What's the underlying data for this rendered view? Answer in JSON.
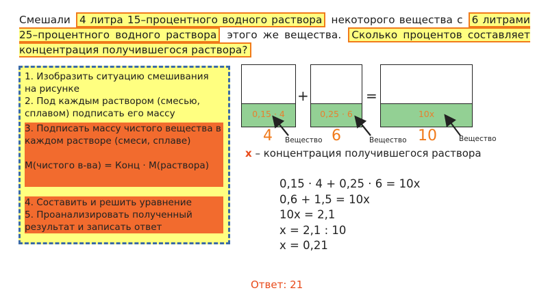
{
  "problem": {
    "p1": "Смешали ",
    "h1": "4 литра 15–процентного водного раствора",
    "p2": " некоторого вещества с ",
    "h2": "6 литрами 25–процентного водного раствора",
    "p3": " этого же вещества. ",
    "h3": "Сколько процентов составляет концентрация получившегося раствора?"
  },
  "steps": [
    "1. Изобразить ситуацию смешивания на рисунке",
    "2. Под каждым раствором (смесью, сплавом) подписать его массу",
    "3. Подписать массу чистого вещества в каждом растворе (смеси, сплаве)",
    "М(чистого в-ва) = Конц · М(раствора)",
    "4. Составить и решить уравнение",
    "5. Проанализировать полученный результат и записать ответ"
  ],
  "diagram": {
    "beakers": [
      {
        "expr": "0,15 · 4",
        "mass": "4"
      },
      {
        "expr": "0,25 · 6",
        "mass": "6"
      },
      {
        "expr": "10x",
        "mass": "10"
      }
    ],
    "plus": "+",
    "equals": "=",
    "substance_label": "Вещество",
    "x_symbol": "x",
    "x_definition": " – концентрация получившегося раствора"
  },
  "solution": [
    "0,15 · 4 + 0,25 · 6 = 10x",
    "0,6 + 1,5 = 10x",
    "10x = 2,1",
    "x = 2,1 : 10",
    "x = 0,21"
  ],
  "answer": "Ответ: 21",
  "colors": {
    "highlight_fill": "#ffff80",
    "highlight_border": "#f07a1a",
    "step_orange": "#f26b2e",
    "liquid": "#93d094",
    "answer_red": "#e84a1a",
    "panel_border": "#3a6aa8"
  }
}
